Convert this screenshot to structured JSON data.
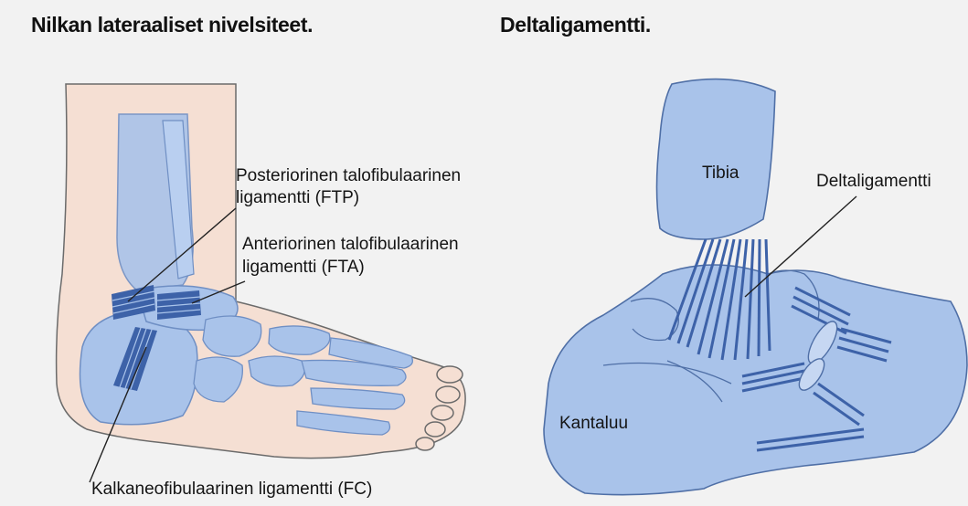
{
  "left_panel": {
    "title": "Nilkan lateraaliset nivelsiteet.",
    "labels": {
      "ftp_line1": "Posteriorinen talofibulaarinen",
      "ftp_line2": "ligamentti (FTP)",
      "fta_line1": "Anteriorinen talofibulaarinen",
      "fta_line2": "ligamentti (FTA)",
      "fc": "Kalkaneofibulaarinen ligamentti (FC)"
    }
  },
  "right_panel": {
    "title": "Deltaligamentti.",
    "labels": {
      "tibia": "Tibia",
      "deltaligament": "Deltaligamentti",
      "calcaneus": "Kantaluu"
    }
  },
  "colors": {
    "background": "#f2f2f2",
    "skin": "#f5dfd3",
    "bone": "#a9c3ea",
    "bone_outline": "#6f8fc4",
    "ligament": "#3d62a8",
    "leader_line": "#222222"
  }
}
